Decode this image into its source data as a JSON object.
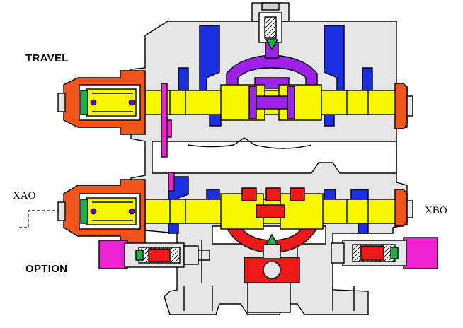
{
  "labels": {
    "travel": "TRAVEL",
    "option": "OPTION",
    "xao": "XAO",
    "xbo": "XBO"
  },
  "colors": {
    "body": "#e6e6e6",
    "spool": "#f7f700",
    "blue": "#1a2fe0",
    "purple": "#9b22e6",
    "red": "#ee1a1a",
    "orange": "#f0541a",
    "green": "#19b04a",
    "magenta": "#ee22d2",
    "outline": "#000000"
  }
}
